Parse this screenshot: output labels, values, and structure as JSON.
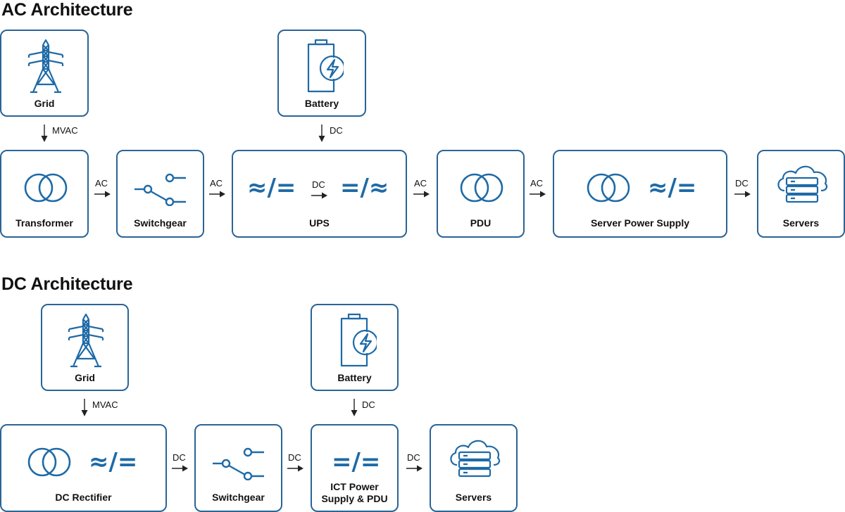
{
  "colors": {
    "accent": "#1e6aa6",
    "border": "#2a6496",
    "text": "#111111"
  },
  "ac": {
    "title": "AC Architecture",
    "grid": {
      "label": "Grid",
      "icon": "power-tower-icon"
    },
    "battery": {
      "label": "Battery",
      "icon": "battery-icon"
    },
    "grid_link": "MVAC",
    "battery_link": "DC",
    "transformer": {
      "label": "Transformer",
      "icon": "transformer-icon"
    },
    "link1": "AC",
    "switchgear": {
      "label": "Switchgear",
      "icon": "switch-icon"
    },
    "link2": "AC",
    "ups": {
      "label": "UPS",
      "sym_left": "≈/=",
      "inner_link": "DC",
      "sym_right": "=/≈"
    },
    "link3": "AC",
    "pdu": {
      "label": "PDU",
      "icon": "transformer-icon"
    },
    "link4": "AC",
    "psu": {
      "label": "Server Power Supply",
      "sym": "≈/="
    },
    "link5": "DC",
    "servers": {
      "label": "Servers",
      "icon": "cloud-server-icon"
    }
  },
  "dc": {
    "title": "DC Architecture",
    "grid": {
      "label": "Grid",
      "icon": "power-tower-icon"
    },
    "battery": {
      "label": "Battery",
      "icon": "battery-icon"
    },
    "grid_link": "MVAC",
    "battery_link": "DC",
    "rectifier": {
      "label": "DC Rectifier",
      "sym": "≈/="
    },
    "link1": "DC",
    "switchgear": {
      "label": "Switchgear",
      "icon": "switch-icon"
    },
    "link2": "DC",
    "ict": {
      "label_line1": "ICT Power",
      "label_line2": "Supply & PDU",
      "sym": "=/="
    },
    "link3": "DC",
    "servers": {
      "label": "Servers",
      "icon": "cloud-server-icon"
    }
  }
}
